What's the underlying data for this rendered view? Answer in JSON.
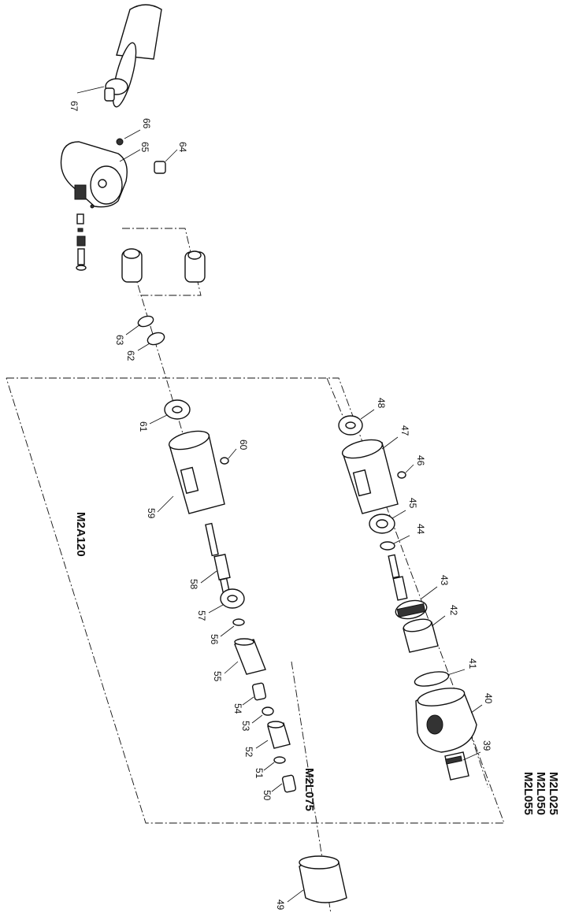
{
  "group_labels": {
    "main_assembly": "M2A120",
    "right_models": [
      "M2L025",
      "M2L050",
      "M2L055"
    ],
    "left_model": "M2L075"
  },
  "callouts": {
    "p39": "39",
    "p40": "40",
    "p41": "41",
    "p42": "42",
    "p43": "43",
    "p44": "44",
    "p45": "45",
    "p46": "46",
    "p47": "47",
    "p48": "48",
    "p49": "49",
    "p50": "50",
    "p51": "51",
    "p52": "52",
    "p53": "53",
    "p54": "54",
    "p55": "55",
    "p56": "56",
    "p57": "57",
    "p58": "58",
    "p59": "59",
    "p60": "60",
    "p61": "61",
    "p62": "62",
    "p63": "63",
    "p64": "64",
    "p65": "65",
    "p66": "66",
    "p67": "67"
  }
}
